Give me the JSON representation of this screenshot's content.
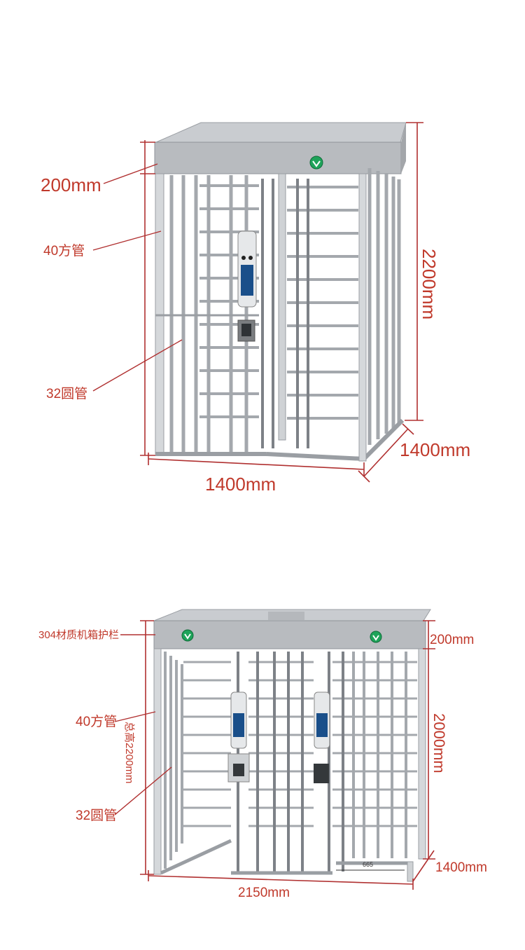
{
  "diagram_top": {
    "label_top_beam": "200mm",
    "label_square_tube": "40方管",
    "label_round_tube": "32圆管",
    "label_height": "2200mm",
    "label_depth": "1400mm",
    "label_width": "1400mm"
  },
  "diagram_bottom": {
    "label_material": "304材质机箱护栏",
    "label_top_beam": "200mm",
    "label_square_tube": "40方管",
    "label_total_height": "总高2200mm",
    "label_inner_height": "2000mm",
    "label_round_tube": "32圆管",
    "label_depth": "1400mm",
    "label_width": "2150mm",
    "label_passage": "665"
  },
  "colors": {
    "annotation": "#c0392b",
    "frame": "#a4a8ad",
    "indicator": "#1fa35a"
  }
}
